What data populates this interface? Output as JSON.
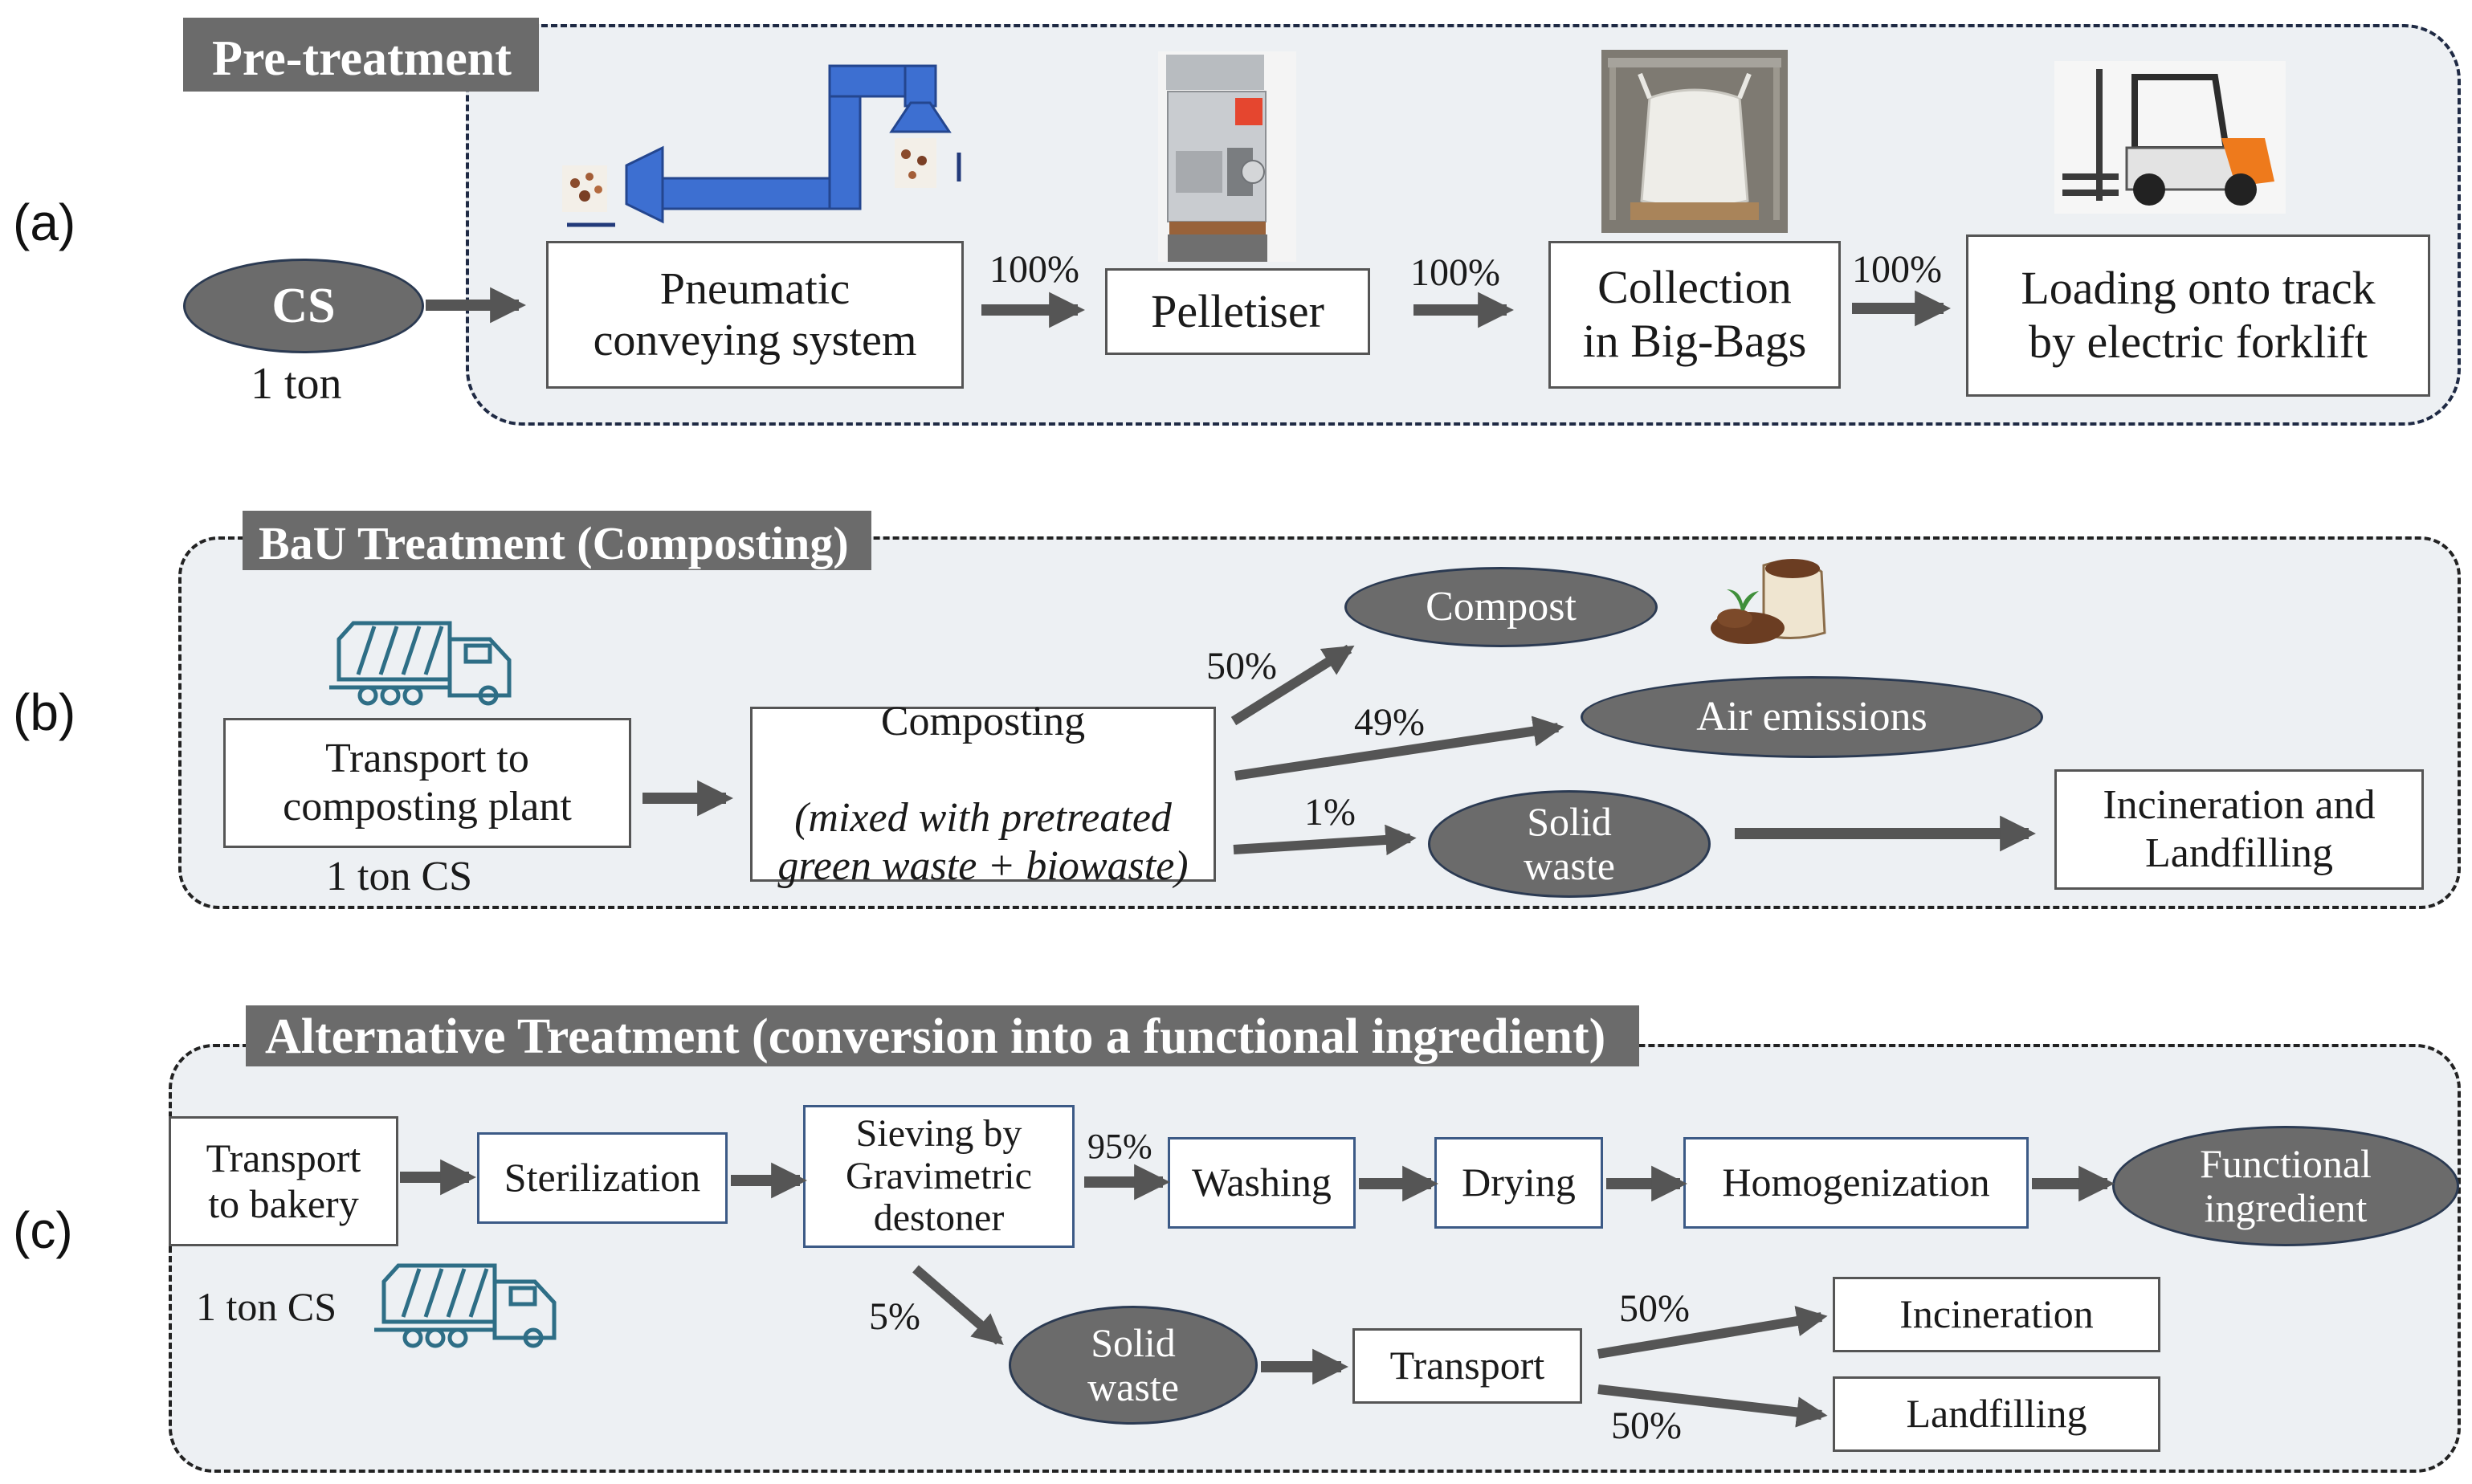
{
  "panel_labels": {
    "a": "(a)",
    "b": "(b)",
    "c": "(c)"
  },
  "section_a": {
    "title": "Pre-treatment",
    "input": {
      "label": "CS",
      "amount": "1 ton"
    },
    "steps": {
      "pneumatic": "Pneumatic\nconveying system",
      "pelletiser": "Pelletiser",
      "bigbags": "Collection\nin Big-Bags",
      "loading": "Loading onto track\nby electric forklift"
    },
    "flows": {
      "to_pelletiser": "100%",
      "to_bigbags": "100%",
      "to_loading": "100%"
    }
  },
  "section_b": {
    "title": "BaU Treatment (Composting)",
    "transport": "Transport to\ncomposting plant",
    "amount": "1 ton CS",
    "composting_title": "Composting",
    "composting_note": "(mixed with pretreated\ngreen waste + biowaste)",
    "outputs": {
      "compost": "Compost",
      "air": "Air emissions",
      "solid": "Solid\nwaste"
    },
    "flows": {
      "compost": "50%",
      "air": "49%",
      "solid": "1%"
    },
    "final": "Incineration and\nLandfilling"
  },
  "section_c": {
    "title": "Alternative Treatment (conversion into a functional ingredient)",
    "steps": {
      "transport_bakery": "Transport\nto bakery",
      "sterilization": "Sterilization",
      "sieving": "Sieving by\nGravimetric\ndestoner",
      "washing": "Washing",
      "drying": "Drying",
      "homogenization": "Homogenization",
      "transport": "Transport",
      "incineration": "Incineration",
      "landfilling": "Landfilling"
    },
    "outputs": {
      "functional": "Functional\ningredient",
      "solid": "Solid\nwaste"
    },
    "amount": "1 ton CS",
    "flows": {
      "to_washing": "95%",
      "to_solid": "5%",
      "to_incineration": "50%",
      "to_landfilling": "50%"
    }
  },
  "icons": [
    "garbage-truck-icon",
    "pneumatic-duct-icon",
    "pelletiser-machine-photo",
    "big-bag-photo",
    "electric-forklift-photo",
    "compost-sack-icon"
  ],
  "colors": {
    "oval_fill": "#6b6b6b",
    "panel_fill": "#edf0f3",
    "duct_blue": "#3d6fd1",
    "truck_teal": "#2e6e86",
    "arrow": "#555555"
  }
}
